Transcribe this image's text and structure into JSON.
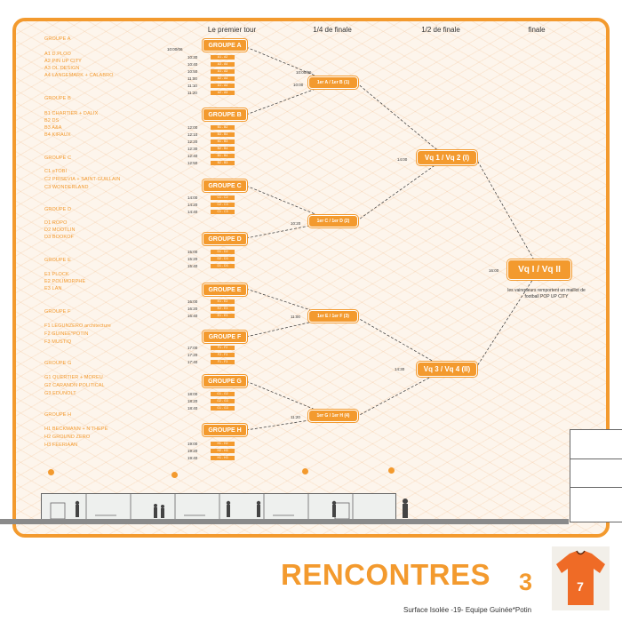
{
  "headers": {
    "round1": "Le premier tour",
    "quarter": "1/4 de finale",
    "semi": "1/2 de finale",
    "final": "finale"
  },
  "groups": [
    {
      "title": "GROUPE A",
      "teams": [
        "A1 D.PLOO",
        "A2 PIN UP CITY",
        "A3 OL.DESIGN",
        "A4 LANGEMARK + CALABRO"
      ],
      "button": "GROUPE A",
      "first_time": "10:00/06",
      "matches": [
        {
          "time": "10:30",
          "label": "A1 - A2"
        },
        {
          "time": "10:40",
          "label": "A3 - A4"
        },
        {
          "time": "10:50",
          "label": "A1 - A3"
        },
        {
          "time": "11:00",
          "label": "A2 - A4"
        },
        {
          "time": "11:10",
          "label": "A1 - A4"
        },
        {
          "time": "11:20",
          "label": "A2 - A3"
        }
      ]
    },
    {
      "title": "GROUPE B",
      "teams": [
        "B1 CHARTIER + DALIX",
        "B2 DS",
        "B3 A&A",
        "B4 KIRAUX"
      ],
      "button": "GROUPE B",
      "matches": [
        {
          "time": "12:00",
          "label": "B1 - B2"
        },
        {
          "time": "12:10",
          "label": "B3 - B4"
        },
        {
          "time": "12:20",
          "label": "B1 - B3"
        },
        {
          "time": "12:30",
          "label": "B2 - B4"
        },
        {
          "time": "12:40",
          "label": "B1 - B4"
        },
        {
          "time": "12:50",
          "label": "B2 - B3"
        }
      ]
    },
    {
      "title": "GROUPE C",
      "teams": [
        "C1 eTOBI",
        "C2 PRISEVIA + SAINT-GUILLAIN",
        "C3 WONDERLAND"
      ],
      "button": "GROUPE C",
      "matches": [
        {
          "time": "14:00",
          "label": "C1 - C2"
        },
        {
          "time": "14:20",
          "label": "C2 - C3"
        },
        {
          "time": "14:40",
          "label": "C1 - C3"
        }
      ]
    },
    {
      "title": "GROUPE D",
      "teams": [
        "D1 ROPO",
        "D2 MOOTLIN",
        "D3 BOOKOF"
      ],
      "button": "GROUPE D",
      "matches": [
        {
          "time": "15:00",
          "label": "D1 - D2"
        },
        {
          "time": "15:20",
          "label": "D2 - D3"
        },
        {
          "time": "15:40",
          "label": "D1 - D3"
        }
      ]
    },
    {
      "title": "GROUPE E",
      "teams": [
        "E1 PLOCK",
        "E2 POLIMORPHE",
        "E3 LAN"
      ],
      "button": "GROUPE E",
      "matches": [
        {
          "time": "16:00",
          "label": "E1 - E2"
        },
        {
          "time": "16:20",
          "label": "E2 - E3"
        },
        {
          "time": "16:40",
          "label": "E1 - E3"
        }
      ]
    },
    {
      "title": "GROUPE F",
      "teams": [
        "F1 LEGUNZERO architecture",
        "F2 GUINEE*POTIN",
        "F3 MUSTIQ"
      ],
      "button": "GROUPE F",
      "matches": [
        {
          "time": "17:00",
          "label": "F1 - F2"
        },
        {
          "time": "17:20",
          "label": "F2 - F3"
        },
        {
          "time": "17:40",
          "label": "F1 - F3"
        }
      ]
    },
    {
      "title": "GROUPE G",
      "teams": [
        "G1 QUERTIER + MOREU",
        "G2 CARANDN POLITICAL",
        "G3 EDUNOLT"
      ],
      "button": "GROUPE G",
      "matches": [
        {
          "time": "18:00",
          "label": "G1 - G2"
        },
        {
          "time": "18:20",
          "label": "G2 - G3"
        },
        {
          "time": "18:40",
          "label": "G1 - G3"
        }
      ]
    },
    {
      "title": "GROUPE H",
      "teams": [
        "H1 BECKMANN + N'THEPE",
        "H2 GROUND ZERO",
        "H3 FEERIAAN"
      ],
      "button": "GROUPE H",
      "matches": [
        {
          "time": "19:00",
          "label": "H1 - H2"
        },
        {
          "time": "19:20",
          "label": "H2 - H3"
        },
        {
          "time": "19:40",
          "label": "H1 - H3"
        }
      ]
    }
  ],
  "quarters": [
    {
      "label": "1er A / 1er B (1)",
      "time": "10:00",
      "time2": "10:00/06"
    },
    {
      "label": "1er C / 1er D (2)",
      "time": "10:20"
    },
    {
      "label": "1er E / 1er F (3)",
      "time": "11:00"
    },
    {
      "label": "1er G / 1er H (4)",
      "time": "11:20"
    }
  ],
  "semis": [
    {
      "label": "Vq 1 / Vq 2  (I)",
      "time": "14:00"
    },
    {
      "label": "Vq 3 / Vq 4  (II)",
      "time": "14:30"
    }
  ],
  "final": {
    "label": "Vq I / Vq II",
    "time": "16:00",
    "prize": "les vainqueurs remportent un maillot de football POP UP CITY"
  },
  "title": "RENCONTRES",
  "page_number": "3",
  "jersey_number": "7",
  "footer": "Surface Isolée -19- Equipe Guinée*Potin",
  "colors": {
    "accent": "#f39a2e",
    "background": "#fdf5ec"
  }
}
